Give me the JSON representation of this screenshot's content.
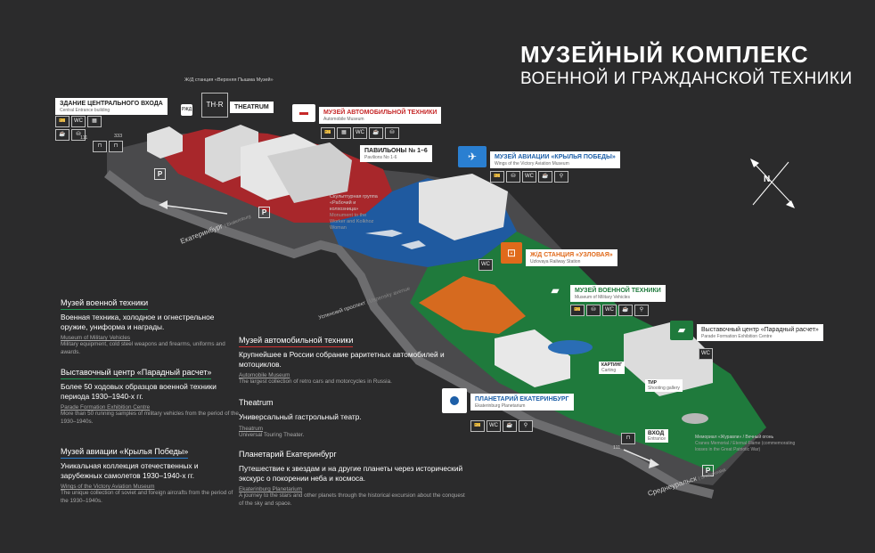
{
  "title": {
    "line1": "МУЗЕЙНЫЙ КОМПЛЕКС",
    "line2": "ВОЕННОЙ И ГРАЖДАНСКОЙ ТЕХНИКИ"
  },
  "labels": {
    "central_entrance": {
      "ru": "ЗДАНИЕ ЦЕНТРАЛЬНОГО ВХОДА",
      "en": "Central Entrance building"
    },
    "rail_station_top": {
      "ru": "Ж/Д станция «Верхняя Пышма Музей»"
    },
    "theatrum": {
      "logo": "TH·R",
      "ru": "THEATRUM"
    },
    "auto_museum": {
      "ru": "МУЗЕЙ АВТОМОБИЛЬНОЙ ТЕХНИКИ",
      "en": "Automobile Museum"
    },
    "pavilions": {
      "ru": "ПАВИЛЬОНЫ № 1–6",
      "en": "Pavilions No 1-6"
    },
    "aviation_museum": {
      "ru": "МУЗЕЙ АВИАЦИИ «КРЫЛЬЯ ПОБЕДЫ»",
      "en": "Wings of the Victory Aviation Museum"
    },
    "sculpture": {
      "ru": "Скульптурная группа «Рабочий и колхозница»",
      "en": "Monument to the Worker and Kolkhoz Woman"
    },
    "rail_uzlovaya": {
      "ru": "Ж/Д СТАНЦИЯ «УЗЛОВАЯ»",
      "en": "Uzlovaya Railway Station"
    },
    "military_museum": {
      "ru": "МУЗЕЙ ВОЕННОЙ ТЕХНИКИ",
      "en": "Museum of Military Vehicles"
    },
    "parade_centre": {
      "ru": "Выставочный центр «Парадный расчет»",
      "en": "Parade Formation Exhibition Centre"
    },
    "karting": {
      "ru": "КАРТИНГ",
      "en": "Carting"
    },
    "tir": {
      "ru": "ТИР",
      "en": "Shooting gallery"
    },
    "planetarium": {
      "ru": "ПЛАНЕТАРИЙ ЕКАТЕРИНБУРГ",
      "en": "Ekaterinburg Planetarium"
    },
    "exit": {
      "ru": "ВХОД",
      "en": "Entrance"
    },
    "memorial": {
      "ru": "Мемориал «Журавли» / Вечный огонь",
      "en": "Cranes Memorial / Eternal Flame (commemorating losses in the Great Patriotic War)"
    },
    "num_111": "111",
    "num_333": "333",
    "num_111b": "111",
    "p": "P",
    "wc": "WC",
    "rzd": "РЖД"
  },
  "roads": {
    "ekaterinburg": "Екатеринбург",
    "ekaterinburg_en": "Ekaterinburg",
    "uspensky": "Успенский проспект",
    "uspensky_en": "Uspensky avenue",
    "sredneuralsk": "Среднеуральск",
    "sredneuralsk_en": "Sredneuralsk"
  },
  "compass": {
    "n": "N"
  },
  "descriptions": [
    {
      "h": "Музей военной техники",
      "ru": "Военная техника, холодное и огнестрельное оружие, униформа и награды.",
      "enh": "Museum of Military Vehicles",
      "ent": "Military equipment, cold steel weapons and firearms, uniforms and awards."
    },
    {
      "h": "Выставочный центр «Парадный расчет»",
      "ru": "Более 50 ходовых образцов военной техники периода 1930–1940-х гг.",
      "enh": "Parade Formation Exhibition Centre",
      "ent": "More than 50 running samples of military vehicles from the period of the 1930–1940s."
    },
    {
      "h": "Музей авиации «Крылья Победы»",
      "ru": "Уникальная коллекция отечественных и зарубежных самолетов 1930–1940-х гг.",
      "enh": "Wings of the Victory Aviation Museum",
      "ent": "The unique collection of soviet and foreign aircrafts from the period of the 1930–1940s."
    },
    {
      "h": "Музей автомобильной техники",
      "ru": "Крупнейшее в России собрание раритетных автомобилей и мотоциклов.",
      "enh": "Automobile Museum",
      "ent": "The largest collection of retro cars and motorcycles in Russia."
    },
    {
      "h": "Theatrum",
      "ru": "Универсальный гастрольный театр.",
      "enh": "Theatrum",
      "ent": "Universal Touring Theater."
    },
    {
      "h": "Планетарий Екатеринбург",
      "ru": "Путешествие к звездам и на другие планеты через исторический экскурс о покорении неба и космоса.",
      "enh": "Ekaterinburg Planetarium",
      "ent": "A journey to the stars and other planets through the historical excursion about the conquest of the sky and space."
    }
  ],
  "colors": {
    "red": "#c62828",
    "blue": "#1d5fa8",
    "green": "#1f7a3c",
    "orange": "#e06a1b",
    "bg": "#2b2b2c"
  }
}
